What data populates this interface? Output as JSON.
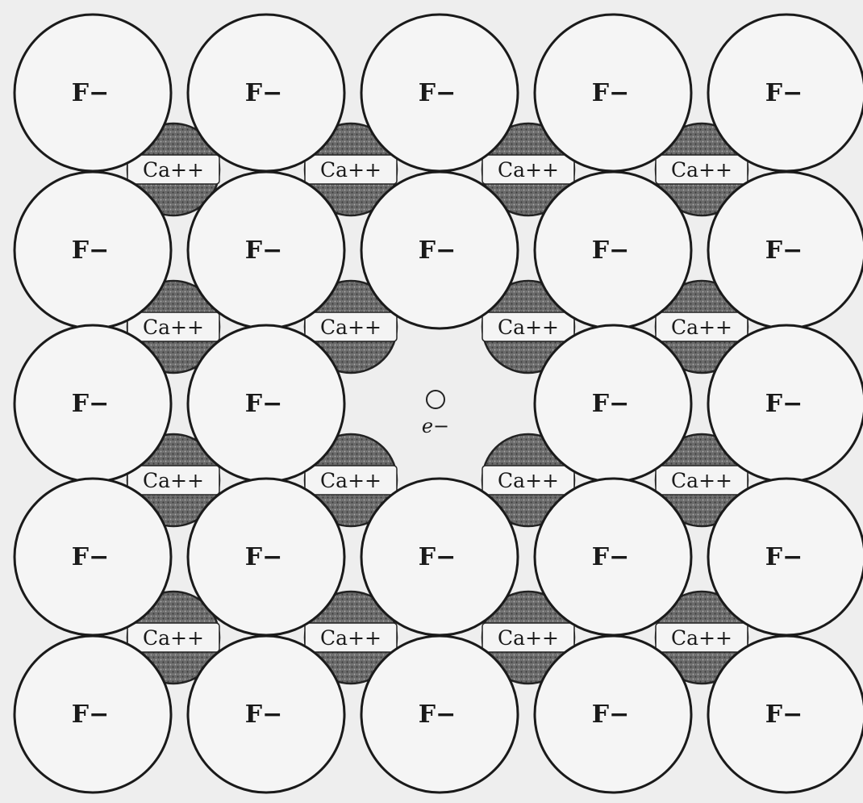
{
  "diagram": {
    "anion_label": "F−",
    "cation_label": "Ca++",
    "electron_label": "e−",
    "vacancy": {
      "row": 2,
      "col": 2
    },
    "grid_rows": 5,
    "grid_cols": 5,
    "colors": {
      "background": "#eeeeee",
      "anion_fill": "#f5f5f5",
      "cation_fill": "#6a6a6a",
      "outline": "#1a1a1a"
    }
  }
}
